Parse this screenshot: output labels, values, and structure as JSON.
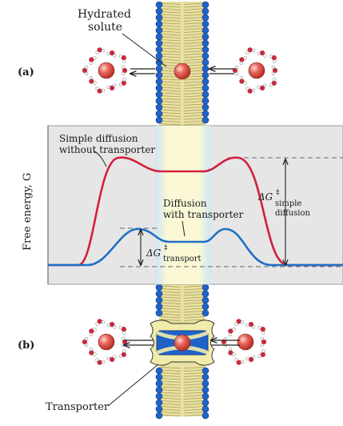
{
  "panel_a": {
    "label": "(a)",
    "solute_label_line1": "Hydrated",
    "solute_label_line2": "solute"
  },
  "panel_b": {
    "label": "(b)",
    "transporter_label": "Transporter"
  },
  "energy_plot": {
    "y_axis_label": "Free energy, G",
    "curve_simple_line1": "Simple diffusion",
    "curve_simple_line2": "without transporter",
    "curve_transporter_line1": "Diffusion",
    "curve_transporter_line2": "with transporter",
    "delta_simple_symbol": "ΔG",
    "delta_simple_superscript": "‡",
    "delta_simple_sub1": "simple",
    "delta_simple_sub2": "diffusion",
    "delta_transport_symbol": "ΔG",
    "delta_transport_superscript": "‡",
    "delta_transport_sub": "transport"
  },
  "colors": {
    "simple_curve": "#d21f3c",
    "transporter_curve": "#1f6fc4",
    "membrane_core": "#e8e0a4",
    "lipid_head": "#1f63c9",
    "solute": "#e25b50",
    "plot_background": "#e6e6e6",
    "highlight_band": "#fbf8d6"
  },
  "icons": [
    "hydrated-solute-icon",
    "lipid-bilayer-icon",
    "transporter-protein-icon",
    "solute-particle-icon"
  ]
}
